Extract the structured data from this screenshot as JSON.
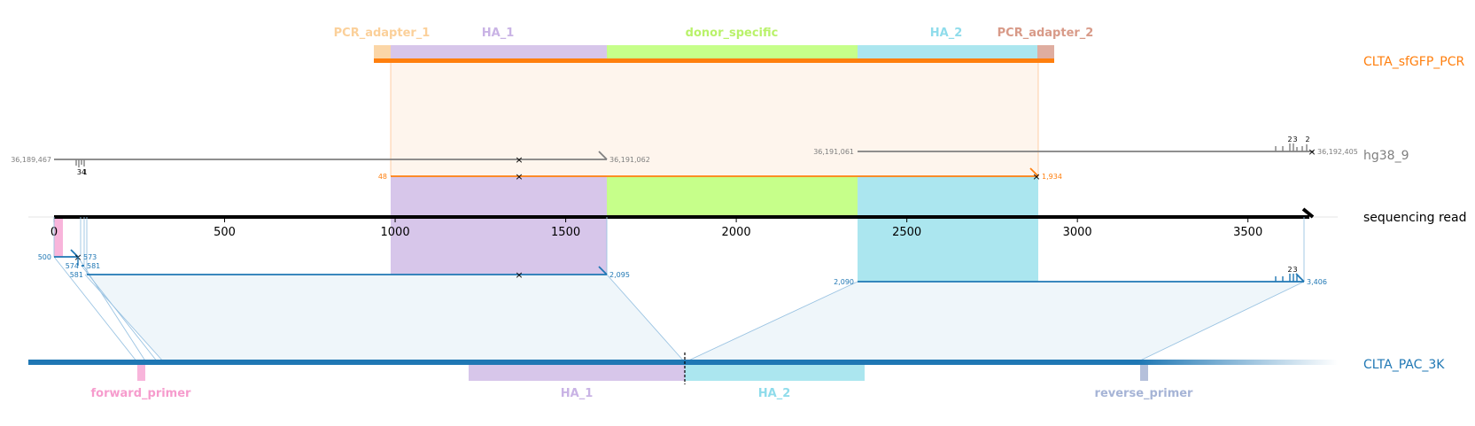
{
  "colors": {
    "pcr_adapter_1": "#fbd6a7",
    "ha_1": "#d7c6ea",
    "donor_specific": "#c6ff8a",
    "ha_2": "#abe6ef",
    "pcr_adapter_2": "#dfada0",
    "pcr_line": "#ff7f0e",
    "genome": "#7f7f7f",
    "read": "#000000",
    "pac": "#1f77b4",
    "forward_primer": "#f8b5db",
    "reverse_primer": "#b5c0db",
    "label_pcr_adapter_1": "#fbd09a",
    "label_ha_1": "#c9b3e5",
    "label_donor_specific": "#b9f26a",
    "label_ha_2": "#8fdceb",
    "label_pcr_adapter_2": "#d89a88",
    "label_forward_primer": "#f69ccd",
    "label_reverse_primer": "#a6b4d6"
  },
  "targets": {
    "pcr": "CLTA_sfGFP_PCR",
    "genome": "hg38_9",
    "read": "sequencing read",
    "pac": "CLTA_PAC_3K"
  },
  "features_top": [
    {
      "key": "pcr_adapter_1",
      "label": "PCR_adapter_1"
    },
    {
      "key": "ha_1",
      "label": "HA_1"
    },
    {
      "key": "donor_specific",
      "label": "donor_specific"
    },
    {
      "key": "ha_2",
      "label": "HA_2"
    },
    {
      "key": "pcr_adapter_2",
      "label": "PCR_adapter_2"
    }
  ],
  "features_bottom": [
    {
      "key": "forward_primer",
      "label": "forward_primer"
    },
    {
      "key": "ha_1",
      "label": "HA_1"
    },
    {
      "key": "ha_2",
      "label": "HA_2"
    },
    {
      "key": "reverse_primer",
      "label": "reverse_primer"
    }
  ],
  "read_axis": {
    "ticks": [
      0,
      500,
      1000,
      1500,
      2000,
      2500,
      3000,
      3500
    ],
    "tick_labels": [
      "0",
      "500",
      "1000",
      "1500",
      "2000",
      "2500",
      "3000",
      "3500"
    ],
    "max": 3680
  },
  "coordinate_labels": {
    "genome_1_start": "36,189,467",
    "genome_1_end": "36,191,062",
    "genome_2_start": "36,191,061",
    "genome_2_end": "36,192,405",
    "pcr_start": "48",
    "pcr_end": "1,934",
    "pac_a_start": "500",
    "pac_a_end": "573",
    "pac_b_start": "574",
    "pac_b_end": "581",
    "pac_c_start": "581",
    "pac_c_end": "2,095",
    "pac_d_start": "2,090",
    "pac_d_end": "3,406"
  },
  "mismatch_labels": {
    "genome_low_left": "34",
    "genome_low_left_b": "1",
    "genome_right_a": "2",
    "genome_right_b": "3",
    "genome_right_c": "2",
    "pac_right_a": "2",
    "pac_right_b": "3"
  }
}
